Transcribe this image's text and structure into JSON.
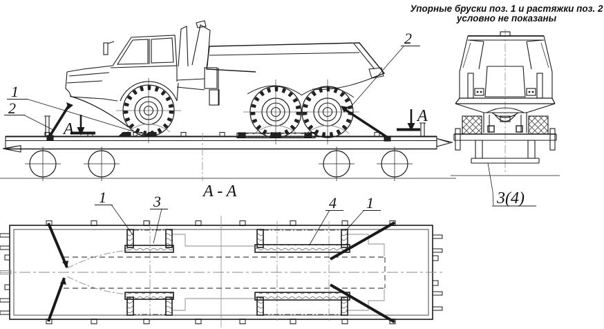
{
  "drawing": {
    "note": {
      "line1": "Упорные бруски поз. 1  и растяжки поз. 2",
      "line2": "условно не показаны"
    },
    "section_view_title": "A - A",
    "section_arrow_label_left": "A",
    "section_arrow_label_right": "A",
    "callouts": {
      "side_block": "1",
      "side_brace": "2",
      "side_brace_right": "2",
      "front_block_ref": "3(4)",
      "plan_block_front": "1",
      "plan_block_3": "3",
      "plan_block_4": "4",
      "plan_block_rear": "1"
    }
  },
  "colors": {
    "line": "#1a1a1a",
    "auxiliary": "#8a8a8a",
    "background": "#ffffff"
  }
}
